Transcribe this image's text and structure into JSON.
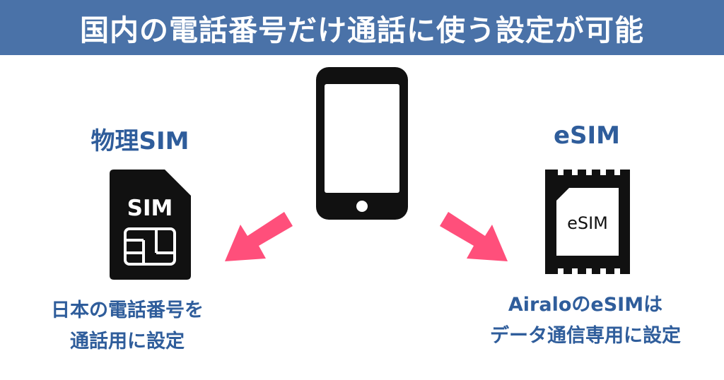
{
  "header": {
    "title": "国内の電話番号だけ通話に使う設定が可能"
  },
  "physical_sim": {
    "label": "物理SIM",
    "card_text": "SIM",
    "caption_lines": [
      "日本の電話番号を",
      "通話用に設定"
    ]
  },
  "esim": {
    "label": "eSIM",
    "chip_text": "eSIM",
    "caption_lines": [
      "AiraloのeSIMは",
      "データ通信専用に設定"
    ]
  },
  "colors": {
    "header_bg": "#4a72a8",
    "label_text": "#2f5d9b",
    "arrow": "#ff4f7b",
    "icon": "#111111"
  },
  "icons": [
    "smartphone-icon",
    "sim-card-icon",
    "esim-chip-icon",
    "arrow-left-down-icon",
    "arrow-right-down-icon"
  ]
}
